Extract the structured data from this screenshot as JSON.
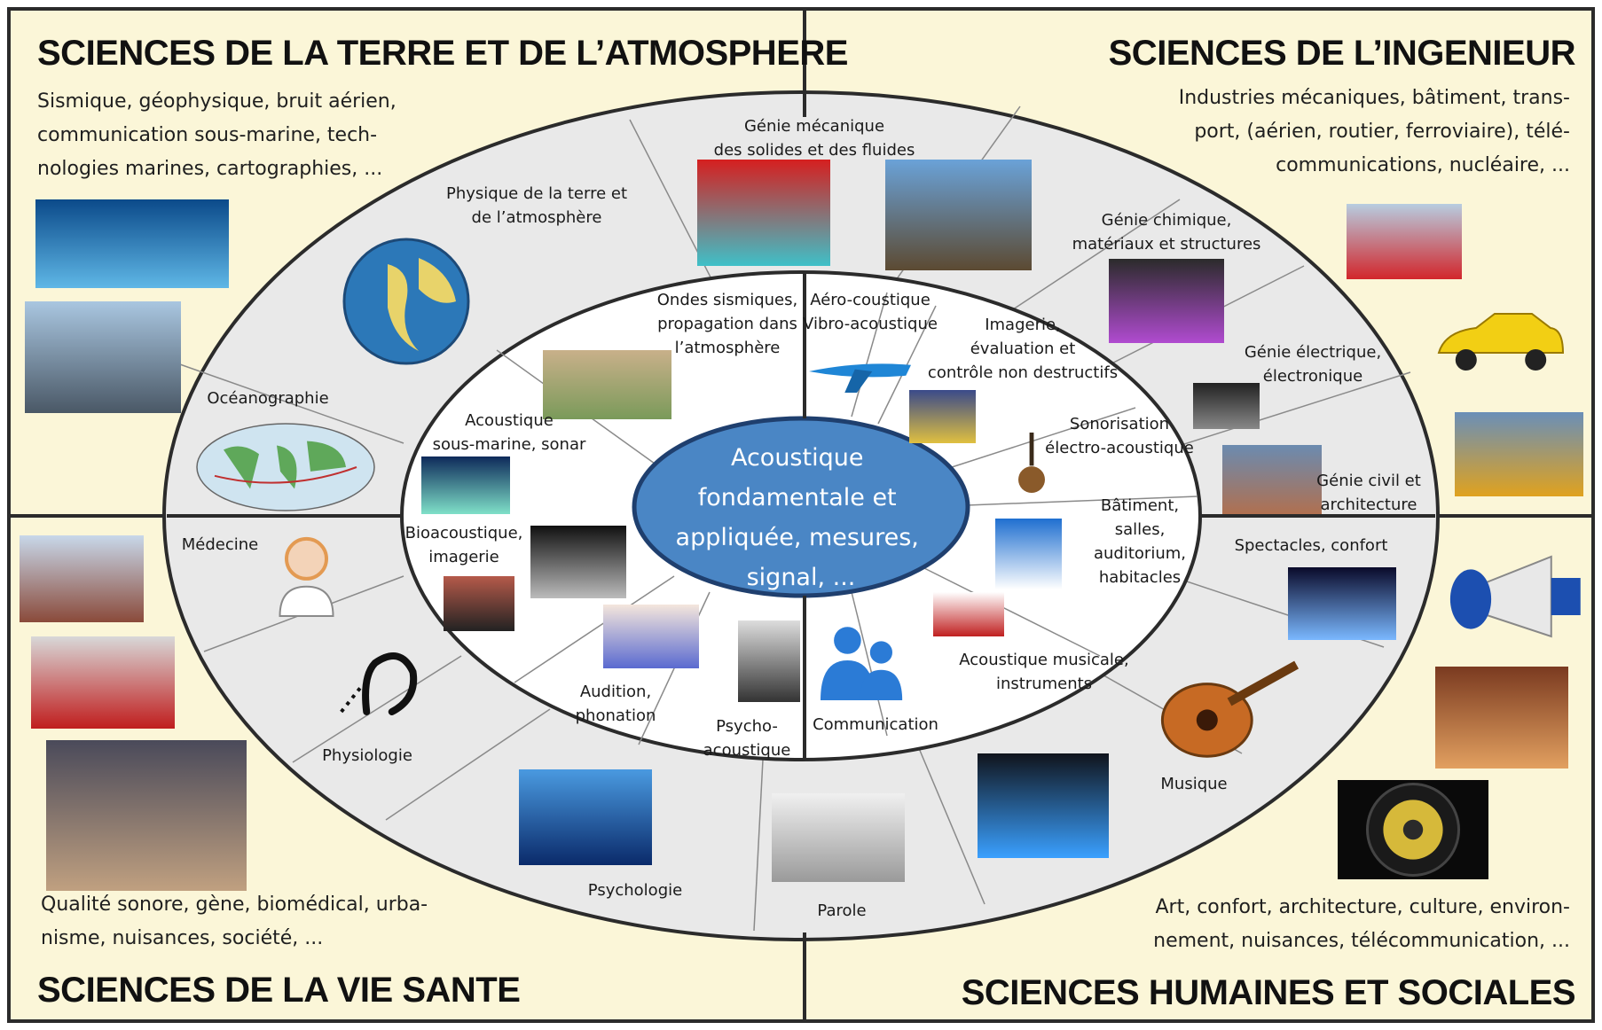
{
  "colors": {
    "quadrant_bg": "#fbf6d8",
    "frame": "#2b2b2b",
    "ellipse_fill": "#e9e9e9",
    "ring_fill": "#ffffff",
    "center_fill": "#4a86c5",
    "center_stroke": "#1f3f6e",
    "accent_blue": "#2c6fb3"
  },
  "quadrants": [
    {
      "id": "top-left",
      "title": "SCIENCES DE LA TERRE ET DE L’ATMOSPHERE",
      "desc": [
        "Sismique, géophysique, bruit aérien,",
        "communication sous-marine, tech-",
        "nologies marines, cartographies, ..."
      ]
    },
    {
      "id": "top-right",
      "title": "SCIENCES DE L’INGENIEUR",
      "desc": [
        "Industries mécaniques, bâtiment, trans-",
        "port, (aérien, routier, ferroviaire), télé-",
        "communications, nucléaire, ..."
      ]
    },
    {
      "id": "bottom-left",
      "title": "SCIENCES DE LA VIE SANTE",
      "desc": [
        "Qualité sonore, gène, biomédical, urba-",
        "nisme, nuisances, société, ..."
      ]
    },
    {
      "id": "bottom-right",
      "title": "SCIENCES HUMAINES ET SOCIALES",
      "desc": [
        "Art, confort, architecture, culture, environ-",
        "nement, nuisances, télécommunication, ..."
      ]
    }
  ],
  "center": {
    "lines": [
      "Acoustique",
      "fondamentale et",
      "appliquée, mesures,",
      "signal, ..."
    ]
  },
  "outer_ring": [
    {
      "id": "genie-mecanique",
      "lines": [
        "Génie mécanique",
        "des solides et des fluides"
      ]
    },
    {
      "id": "physique-terre",
      "lines": [
        "Physique de la terre et",
        "de l’atmosphère"
      ]
    },
    {
      "id": "genie-chimique",
      "lines": [
        "Génie chimique,",
        "matériaux et structures"
      ]
    },
    {
      "id": "genie-electrique",
      "lines": [
        "Génie électrique,",
        "électronique"
      ]
    },
    {
      "id": "oceanographie",
      "lines": [
        "Océanographie"
      ]
    },
    {
      "id": "genie-civil",
      "lines": [
        "Génie civil et",
        "architecture"
      ]
    },
    {
      "id": "medecine",
      "lines": [
        "Médecine"
      ]
    },
    {
      "id": "spectacles",
      "lines": [
        "Spectacles, confort"
      ]
    },
    {
      "id": "physiologie",
      "lines": [
        "Physiologie"
      ]
    },
    {
      "id": "musique",
      "lines": [
        "Musique"
      ]
    },
    {
      "id": "psychologie",
      "lines": [
        "Psychologie"
      ]
    },
    {
      "id": "parole",
      "lines": [
        "Parole"
      ]
    }
  ],
  "inner_ring": [
    {
      "id": "ondes-sismiques",
      "lines": [
        "Ondes sismiques,",
        "propagation dans",
        "l’atmosphère"
      ]
    },
    {
      "id": "aero-acoustique",
      "lines": [
        "Aéro-coustique",
        "Vibro-acoustique"
      ]
    },
    {
      "id": "imagerie-cnd",
      "lines": [
        "Imagerie,",
        "évaluation et",
        "contrôle non destructifs"
      ]
    },
    {
      "id": "acoustique-sous-marine",
      "lines": [
        "Acoustique",
        "sous-marine, sonar"
      ]
    },
    {
      "id": "sonorisation",
      "lines": [
        "Sonorisation",
        "électro-acoustique"
      ]
    },
    {
      "id": "batiment",
      "lines": [
        "Bâtiment,",
        "salles,",
        "auditorium,",
        "habitacles"
      ]
    },
    {
      "id": "bioacoustique",
      "lines": [
        "Bioacoustique,",
        "imagerie"
      ]
    },
    {
      "id": "acoustique-musicale",
      "lines": [
        "Acoustique musicale,",
        "instruments"
      ]
    },
    {
      "id": "audition",
      "lines": [
        "Audition,",
        "phonation"
      ]
    },
    {
      "id": "psycho-acoustique",
      "lines": [
        "Psycho-",
        "acoustique"
      ]
    },
    {
      "id": "communication",
      "lines": [
        "Communication"
      ]
    }
  ],
  "pictures": [
    {
      "id": "whale",
      "icon": "whale-photo-icon",
      "colors": [
        "#0b4a8a",
        "#5fb7e6"
      ]
    },
    {
      "id": "jet-fighter",
      "icon": "jet-fighter-photo-icon",
      "colors": [
        "#a9c6e0",
        "#4a5866"
      ]
    },
    {
      "id": "fluid-vortex",
      "icon": "fluid-simulation-icon",
      "colors": [
        "#d61f1f",
        "#3fc0c8"
      ]
    },
    {
      "id": "eiffel-tower",
      "icon": "eiffel-tower-photo-icon",
      "colors": [
        "#6aa2d8",
        "#5c4a32"
      ]
    },
    {
      "id": "globe",
      "icon": "globe-icon",
      "colors": [
        "#2c78b8",
        "#e8d36a"
      ]
    },
    {
      "id": "chemistry",
      "icon": "chemistry-flasks-icon",
      "colors": [
        "#2b2b2b",
        "#b04bd0"
      ]
    },
    {
      "id": "stunt-plane",
      "icon": "biplane-photo-icon",
      "colors": [
        "#b7cde0",
        "#d2262b"
      ]
    },
    {
      "id": "yellow-car",
      "icon": "sports-car-icon",
      "colors": [
        "#ffffff",
        "#f2cf14"
      ]
    },
    {
      "id": "geology",
      "icon": "geology-block-icon",
      "colors": [
        "#c9b08a",
        "#7a9a5a"
      ]
    },
    {
      "id": "airplane",
      "icon": "airliner-icon",
      "colors": [
        "#ffffff",
        "#1f86d6"
      ]
    },
    {
      "id": "ndt-image",
      "icon": "ndt-scan-icon",
      "colors": [
        "#3a4a8a",
        "#e0c040"
      ]
    },
    {
      "id": "circuit",
      "icon": "circuit-board-icon",
      "colors": [
        "#222222",
        "#888888"
      ]
    },
    {
      "id": "train",
      "icon": "locomotive-photo-icon",
      "colors": [
        "#6a8fb8",
        "#e0a21e"
      ]
    },
    {
      "id": "world-map",
      "icon": "world-map-icon",
      "colors": [
        "#cfe4f0",
        "#5fa85a"
      ]
    },
    {
      "id": "sonar-image",
      "icon": "sonar-image-icon",
      "colors": [
        "#0e2a5a",
        "#7fe0c8"
      ]
    },
    {
      "id": "guitar",
      "icon": "electric-guitar-icon",
      "colors": [
        "#ffffff",
        "#8a5a2a"
      ]
    },
    {
      "id": "building",
      "icon": "modern-building-icon",
      "colors": [
        "#6b8bb0",
        "#b07050"
      ]
    },
    {
      "id": "hearing-access",
      "icon": "hearing-accessibility-icon",
      "colors": [
        "#1f6fd0",
        "#ffffff"
      ]
    },
    {
      "id": "ultrasound",
      "icon": "ultrasound-scan-icon",
      "colors": [
        "#111111",
        "#bbbbbb"
      ]
    },
    {
      "id": "bird",
      "icon": "bird-on-wall-icon",
      "colors": [
        "#b55a4a",
        "#222222"
      ]
    },
    {
      "id": "ear-sound",
      "icon": "ear-waves-icon",
      "colors": [
        "#f4e6dc",
        "#5a6ad0"
      ]
    },
    {
      "id": "psycho-portrait",
      "icon": "vintage-portrait-icon",
      "colors": [
        "#dddddd",
        "#333333"
      ]
    },
    {
      "id": "people-icon",
      "icon": "people-icon",
      "colors": [
        "#ffffff",
        "#2b7bd6"
      ]
    },
    {
      "id": "music-notes",
      "icon": "music-notes-icon",
      "colors": [
        "#ffffff",
        "#c02020"
      ]
    },
    {
      "id": "concert-lights",
      "icon": "concert-lights-icon",
      "colors": [
        "#0a0a2a",
        "#7ab8ff"
      ]
    },
    {
      "id": "megaphone",
      "icon": "megaphone-icon",
      "colors": [
        "#ffffff",
        "#1c4fb0"
      ]
    },
    {
      "id": "plane-houses",
      "icon": "plane-over-houses-icon",
      "colors": [
        "#c8d8ea",
        "#8a4a3a"
      ]
    },
    {
      "id": "stethoscope",
      "icon": "stethoscope-icon",
      "colors": [
        "#d8d8d8",
        "#c01d1d"
      ]
    },
    {
      "id": "doctor",
      "icon": "doctor-avatar-icon",
      "colors": [
        "#ffffff",
        "#e39a52"
      ]
    },
    {
      "id": "hearing-ear",
      "icon": "hearing-ear-icon",
      "colors": [
        "#ffffff",
        "#111111"
      ]
    },
    {
      "id": "lute",
      "icon": "lute-icon",
      "colors": [
        "#ffffff",
        "#c76a24"
      ]
    },
    {
      "id": "concert-hall",
      "icon": "concert-hall-photo-icon",
      "colors": [
        "#7a3a20",
        "#e2a060"
      ]
    },
    {
      "id": "times-square",
      "icon": "city-crowd-photo-icon",
      "colors": [
        "#4a4a5a",
        "#c0a080"
      ]
    },
    {
      "id": "listener",
      "icon": "listener-silhouette-icon",
      "colors": [
        "#4a9ae0",
        "#0a2a6a"
      ]
    },
    {
      "id": "tin-can-phone",
      "icon": "tin-can-phone-icon",
      "colors": [
        "#f0f0f0",
        "#9a9a9a"
      ]
    },
    {
      "id": "mixing-desk",
      "icon": "mixing-console-icon",
      "colors": [
        "#10141c",
        "#3aa0ff"
      ]
    },
    {
      "id": "speaker",
      "icon": "loudspeaker-icon",
      "colors": [
        "#0a0a0a",
        "#d6b93a"
      ]
    }
  ]
}
